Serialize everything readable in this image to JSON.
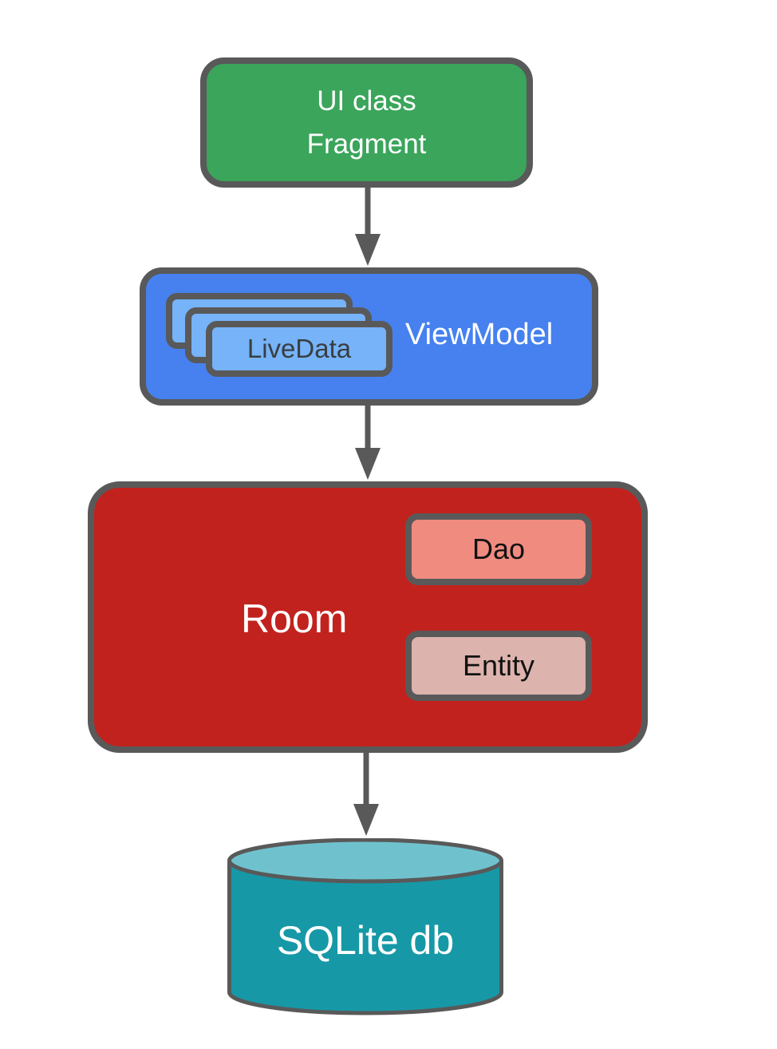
{
  "diagram": {
    "type": "architecture-flow",
    "background": "#ffffff",
    "stroke_color": "#595959",
    "arrow_color": "#595959",
    "nodes": {
      "ui_class": {
        "line1": "UI class",
        "line2": "Fragment",
        "fill": "#3AA55B",
        "text_color": "#ffffff"
      },
      "viewmodel": {
        "label": "ViewModel",
        "fill": "#4681EF",
        "text_color": "#ffffff"
      },
      "livedata": {
        "label": "LiveData",
        "fill": "#76B3F8",
        "text_color": "#393E41",
        "stack_count": 3
      },
      "room": {
        "label": "Room",
        "fill": "#C2221E",
        "text_color": "#ffffff"
      },
      "dao": {
        "label": "Dao",
        "fill": "#F08B80",
        "text_color": "#111111"
      },
      "entity": {
        "label": "Entity",
        "fill": "#DCB3AD",
        "text_color": "#111111"
      },
      "sqlite_db": {
        "label": "SQLite db",
        "body_fill": "#1798A7",
        "top_fill": "#6FC2CD",
        "text_color": "#ffffff"
      }
    },
    "edges": [
      {
        "from": "ui_class",
        "to": "viewmodel"
      },
      {
        "from": "viewmodel",
        "to": "room"
      },
      {
        "from": "room",
        "to": "sqlite_db"
      }
    ]
  }
}
